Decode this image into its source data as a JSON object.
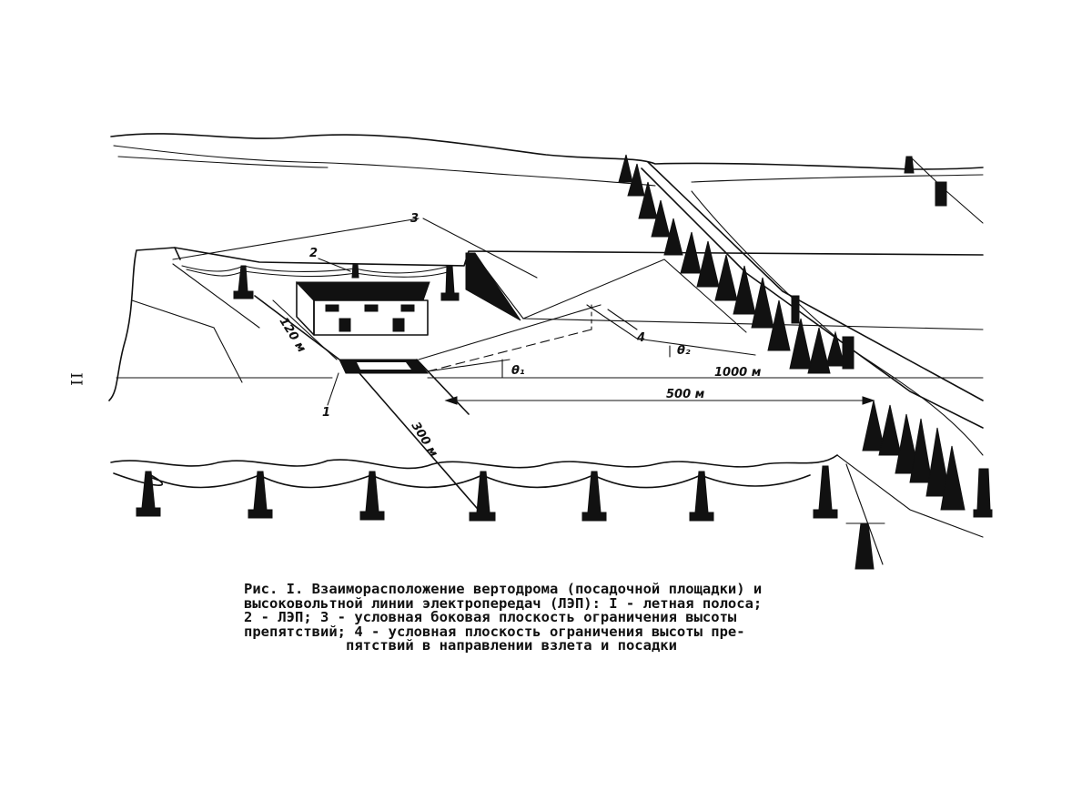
{
  "page_marker": "II",
  "labels": {
    "plane_side": "3",
    "power_line": "2",
    "runway": "1",
    "plane_approach": "4",
    "dist_120": "120 м",
    "dist_300": "300 м",
    "dist_500": "500 м",
    "dist_1000": "1000 м",
    "theta1": "θ₁",
    "theta2": "θ₂"
  },
  "caption": {
    "line1": "Рис. I. Взаиморасположение вертодрома (посадочной площадки) и",
    "line2": "высоковольтной линии электропередач (ЛЭП): I - летная полоса;",
    "line3": "2 - ЛЭП; 3 - условная боковая плоскость ограничения высоты",
    "line4": "препятствий; 4 - условная плоскость ограничения высоты пре-",
    "line5": "пятствий в направлении взлета и посадки"
  }
}
